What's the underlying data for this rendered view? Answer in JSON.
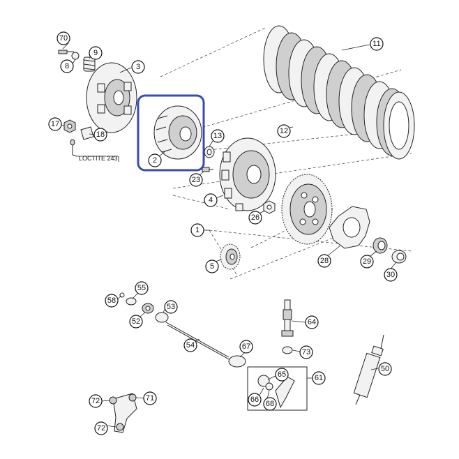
{
  "callouts": {
    "c70": "70",
    "c9": "9",
    "c8": "8",
    "c3": "3",
    "c11": "11",
    "c17": "17",
    "c18": "18",
    "c2": "2",
    "c13": "13",
    "c12": "12",
    "c23": "23",
    "c4": "4",
    "c26": "26",
    "c1": "1",
    "c5": "5",
    "c28": "28",
    "c29": "29",
    "c30": "30",
    "c58": "58",
    "c55": "55",
    "c52": "52",
    "c53": "53",
    "c64": "64",
    "c54": "54",
    "c67": "67",
    "c73": "73",
    "c65": "65",
    "c61": "61",
    "c50": "50",
    "c66": "66",
    "c68": "68",
    "c72a": "72",
    "c71": "71",
    "c72b": "72"
  },
  "note": "LOCTITE 243",
  "highlight_color": "#3a4bb0"
}
